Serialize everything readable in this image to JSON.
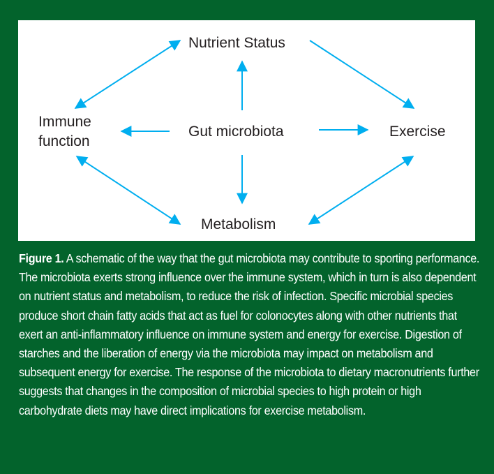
{
  "diagram": {
    "nodes": {
      "nutrient_status": "Nutrient Status",
      "immune_line1": "Immune",
      "immune_line2": "function",
      "gut_microbiota": "Gut microbiota",
      "exercise": "Exercise",
      "metabolism": "Metabolism"
    },
    "edges": [
      {
        "from": "Gut microbiota",
        "to": "Nutrient Status",
        "type": "one-way"
      },
      {
        "from": "Gut microbiota",
        "to": "Immune function",
        "type": "one-way"
      },
      {
        "from": "Gut microbiota",
        "to": "Exercise",
        "type": "one-way"
      },
      {
        "from": "Gut microbiota",
        "to": "Metabolism",
        "type": "one-way"
      },
      {
        "from": "Nutrient Status",
        "to": "Immune function",
        "type": "two-way"
      },
      {
        "from": "Nutrient Status",
        "to": "Exercise",
        "type": "one-way"
      },
      {
        "from": "Immune function",
        "to": "Metabolism",
        "type": "two-way"
      },
      {
        "from": "Exercise",
        "to": "Metabolism",
        "type": "two-way"
      }
    ],
    "colors": {
      "arrow": "#00aeef",
      "background": "#03632c",
      "panel": "#ffffff",
      "text": "#231f20"
    }
  },
  "caption": {
    "label": "Figure 1.",
    "text": " A schematic of the way that the gut microbiota may contribute to sporting performance. The microbiota exerts strong influence over the immune system, which in turn is also dependent on nutrient status and metabolism, to reduce the risk of infection. Specific microbial species produce short chain fatty acids that act as fuel for colonocytes along with other nutrients that exert an anti-inflammatory influence on immune system and energy for exercise. Digestion of starches and the liberation of energy via the microbiota may impact on metabolism and subsequent energy for exercise. The response of the microbiota to dietary macronutrients further suggests that changes in the composition of microbial species to high protein or high carbohydrate diets may have direct implications for exercise metabolism."
  }
}
